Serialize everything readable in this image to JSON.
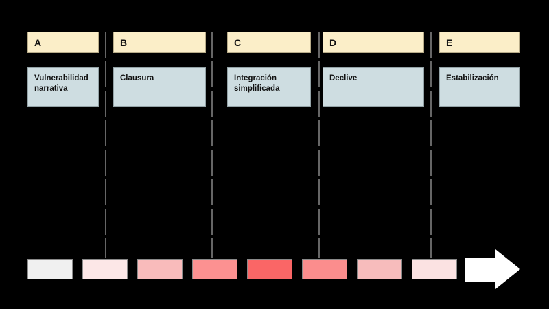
{
  "columns": [
    {
      "letter": "A",
      "label": "Vulnerabilidad narrativa"
    },
    {
      "letter": "B",
      "label": "Clausura"
    },
    {
      "letter": "C",
      "label": "Integración simplificada"
    },
    {
      "letter": "D",
      "label": "Declive"
    },
    {
      "letter": "E",
      "label": "Estabilización"
    }
  ],
  "colors": {
    "background": "#000000",
    "header_bg": "#FBEEC8",
    "label_bg": "#CEDDE1",
    "text": "#111111",
    "dash_line": "#666666",
    "arrow": "#FFFFFF"
  },
  "gradient_strip": {
    "steps": [
      "#F0F0F0",
      "#FCE7E7",
      "#F9BBBB",
      "#FC9191",
      "#FA6666",
      "#FB8D8D",
      "#F7BCBC",
      "#FBE2E2"
    ]
  },
  "arrow_icon": "right-arrow"
}
